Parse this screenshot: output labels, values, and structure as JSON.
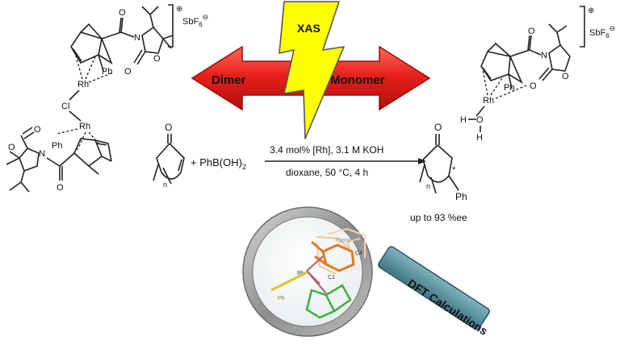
{
  "figure": {
    "xas_label": "XAS",
    "arrow_left_label": "Dimer",
    "arrow_right_label": "Monomer",
    "left_complex": {
      "rh_top": "Rh",
      "rh_bottom": "Rh",
      "cl": "Cl",
      "ph_top": "Ph",
      "ph_bottom": "Ph",
      "o_top_a": "O",
      "o_top_b": "O",
      "n_top": "N",
      "o_bottom_a": "O",
      "o_bottom_b": "O",
      "n_bottom": "N",
      "o_bottom_c": "O",
      "o_top_c": "O",
      "charge": "⊕",
      "counterion": "SbF",
      "counterion_sub": "6",
      "counterion_charge": "⊖"
    },
    "right_complex": {
      "rh": "Rh",
      "ph": "Ph",
      "o_water": "O",
      "h1": "H",
      "h2": "H",
      "o_a": "O",
      "o_b": "O",
      "o_c": "O",
      "n": "N",
      "charge": "⊕",
      "counterion": "SbF",
      "counterion_sub": "6",
      "counterion_charge": "⊖"
    },
    "reaction": {
      "substrate_o": "O",
      "n_sub": "n",
      "reagent_plus": "+ PhB(OH)",
      "reagent_sub": "2",
      "conditions_top": "3.4 mol% [Rh], 3.1 M KOH",
      "conditions_bottom": "dioxane, 50 °C, 4 h",
      "product_o": "O",
      "product_n": "n",
      "product_ph": "Ph",
      "star": "*",
      "ee_text": "up to 93 %ee"
    },
    "magnifier": {
      "ligand_label": "ligand 1",
      "rh_label": "Rh",
      "c4_label": "C4",
      "c1_label": "C1",
      "ph_label": "Ph"
    },
    "dft_label": "DFT Calculations"
  },
  "colors": {
    "arrow_red": "#e8201c",
    "lightning_yellow": "#ffff00",
    "dft_tag": "#4e8b98",
    "ring_gray": "#9a9a9a",
    "orange": "#e07a1c",
    "green": "#3fae3f",
    "ph_yellow": "#d8c628"
  }
}
